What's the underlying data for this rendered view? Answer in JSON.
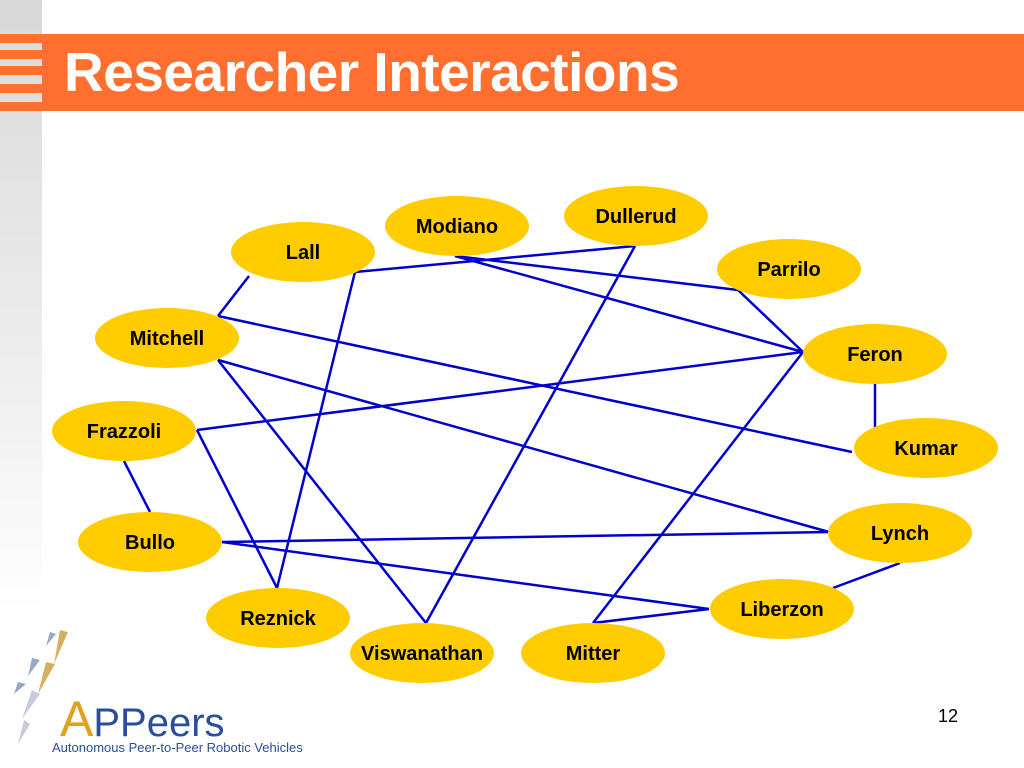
{
  "slide": {
    "title": "Researcher Interactions",
    "page_number": "12",
    "accent_color": "#ff7030"
  },
  "logo": {
    "name_first": "A",
    "name_rest": "PPeers",
    "tagline": "Autonomous Peer-to-Peer Robotic Vehicles",
    "icon": "bird-flock-icon"
  },
  "graph": {
    "node_color": "#ffcc00",
    "edge_color": "#0000cc",
    "nodes": [
      {
        "id": "modiano",
        "label": "Modiano"
      },
      {
        "id": "dullerud",
        "label": "Dullerud"
      },
      {
        "id": "lall",
        "label": "Lall"
      },
      {
        "id": "parrilo",
        "label": "Parrilo"
      },
      {
        "id": "mitchell",
        "label": "Mitchell"
      },
      {
        "id": "feron",
        "label": "Feron"
      },
      {
        "id": "frazzoli",
        "label": "Frazzoli"
      },
      {
        "id": "kumar",
        "label": "Kumar"
      },
      {
        "id": "bullo",
        "label": "Bullo"
      },
      {
        "id": "lynch",
        "label": "Lynch"
      },
      {
        "id": "liberzon",
        "label": "Liberzon"
      },
      {
        "id": "reznick",
        "label": "Reznick"
      },
      {
        "id": "viswanathan",
        "label": "Viswanathan"
      },
      {
        "id": "mitter",
        "label": "Mitter"
      }
    ],
    "edges": [
      [
        "lall",
        "mitchell"
      ],
      [
        "lall",
        "dullerud"
      ],
      [
        "lall",
        "reznick"
      ],
      [
        "modiano",
        "parrilo"
      ],
      [
        "modiano",
        "feron"
      ],
      [
        "parrilo",
        "feron"
      ],
      [
        "mitchell",
        "kumar"
      ],
      [
        "mitchell",
        "lynch"
      ],
      [
        "mitchell",
        "viswanathan"
      ],
      [
        "frazzoli",
        "feron"
      ],
      [
        "frazzoli",
        "bullo"
      ],
      [
        "frazzoli",
        "reznick"
      ],
      [
        "bullo",
        "lynch"
      ],
      [
        "bullo",
        "liberzon"
      ],
      [
        "feron",
        "kumar"
      ],
      [
        "feron",
        "mitter"
      ],
      [
        "dullerud",
        "viswanathan"
      ],
      [
        "lynch",
        "liberzon"
      ],
      [
        "liberzon",
        "mitter"
      ]
    ]
  }
}
